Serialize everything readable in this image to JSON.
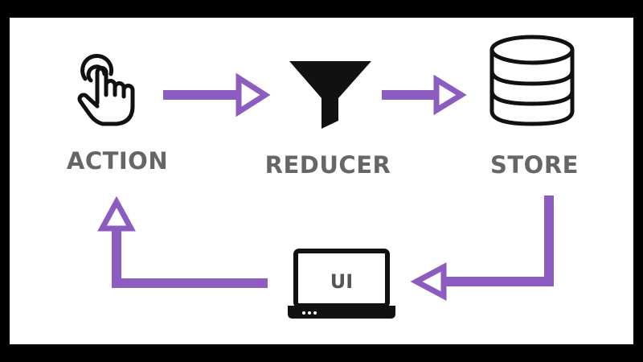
{
  "labels": {
    "action": "ACTION",
    "reducer": "REDUCER",
    "store": "STORE",
    "ui": "UI"
  },
  "colors": {
    "arrow": "#8c5cc0",
    "label": "#666666",
    "icon": "#111111"
  },
  "icons": [
    "hand-tap-icon",
    "funnel-icon",
    "database-icon",
    "laptop-icon"
  ]
}
